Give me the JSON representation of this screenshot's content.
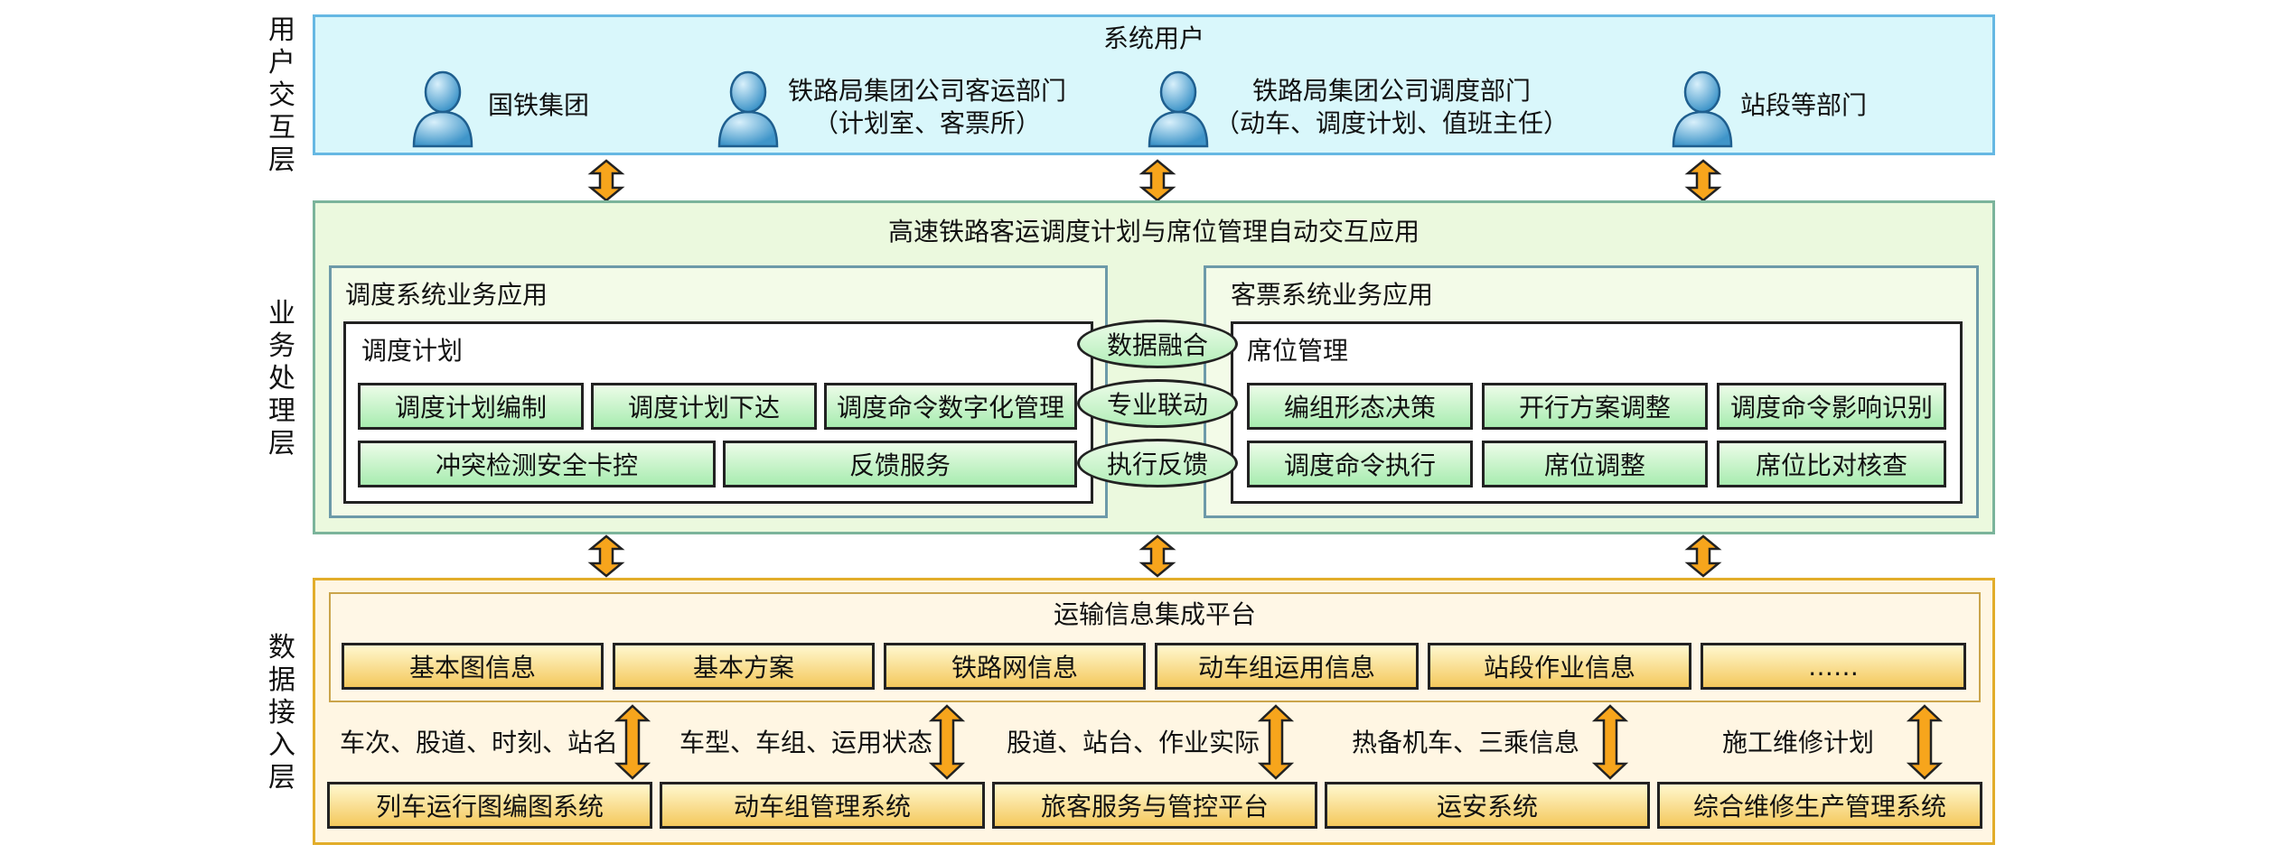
{
  "layers": {
    "user": "用户交互层",
    "business": "业务处理层",
    "data": "数据接入层"
  },
  "user_layer": {
    "title": "系统用户",
    "users": [
      {
        "line1": "国铁集团",
        "line2": ""
      },
      {
        "line1": "铁路局集团公司客运部门",
        "line2": "（计划室、客票所）"
      },
      {
        "line1": "铁路局集团公司调度部门",
        "line2": "（动车、调度计划、值班主任）"
      },
      {
        "line1": "站段等部门",
        "line2": ""
      }
    ]
  },
  "business_layer": {
    "title": "高速铁路客运调度计划与席位管理自动交互应用",
    "dispatch_app": {
      "title": "调度系统业务应用",
      "group_title": "调度计划",
      "row1": [
        "调度计划编制",
        "调度计划下达",
        "调度命令数字化管理"
      ],
      "row2": [
        "冲突检测安全卡控",
        "反馈服务"
      ]
    },
    "ticket_app": {
      "title": "客票系统业务应用",
      "group_title": "席位管理",
      "row1": [
        "编组形态决策",
        "开行方案调整",
        "调度命令影响识别"
      ],
      "row2": [
        "调度命令执行",
        "席位调整",
        "席位比对核查"
      ]
    },
    "links": [
      "数据融合",
      "专业联动",
      "执行反馈"
    ]
  },
  "data_layer": {
    "platform_title": "运输信息集成平台",
    "platform_items": [
      "基本图信息",
      "基本方案",
      "铁路网信息",
      "动车组运用信息",
      "站段作业信息",
      "……"
    ],
    "flows": [
      "车次、股道、时刻、站名",
      "车型、车组、运用状态",
      "股道、站台、作业实际",
      "热备机车、三乘信息",
      "施工维修计划"
    ],
    "systems": [
      "列车运行图编图系统",
      "动车组管理系统",
      "旅客服务与管控平台",
      "运安系统",
      "综合维修生产管理系统"
    ]
  },
  "colors": {
    "user_bg": "#d9f7fb",
    "business_bg": "#ebf9de",
    "data_bg": "#fff6e3",
    "arrow_fill": "#f7a51c",
    "green_box": "#a8ecb0",
    "yellow_box": "#f4c85c"
  },
  "icons": {
    "user": "user-icon",
    "arrow": "double-arrow-icon"
  }
}
